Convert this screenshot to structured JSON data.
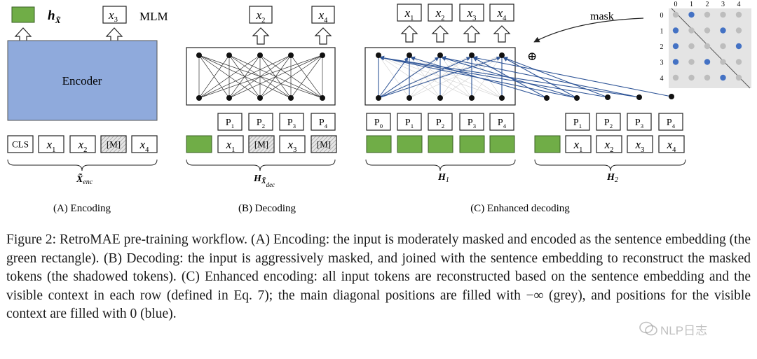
{
  "colors": {
    "encoder_fill": "#8FAADC",
    "green": "#70AD47",
    "blue_dot": "#4472C4",
    "grey_dot": "#BDBDBD",
    "matrix_bg": "#E4E4E4",
    "line_dark": "#222222",
    "line_blue": "#2F5597"
  },
  "panelA": {
    "h_label": "h",
    "h_sub": "X̃",
    "x3_label": "x",
    "x3_sub": "3",
    "mlm_label": "MLM",
    "encoder_label": "Encoder",
    "tokens": [
      {
        "text": "CLS",
        "sub": ""
      },
      {
        "text": "x",
        "sub": "1"
      },
      {
        "text": "x",
        "sub": "2"
      },
      {
        "text": "[M]",
        "sub": ""
      },
      {
        "text": "x",
        "sub": "4"
      }
    ],
    "bracket_label": "X̃",
    "bracket_sub": "enc",
    "caption": "(A) Encoding"
  },
  "panelB": {
    "outputs": [
      {
        "text": "x",
        "sub": "2"
      },
      {
        "text": "x",
        "sub": "4"
      }
    ],
    "positions": [
      {
        "text": "P",
        "sub": "1"
      },
      {
        "text": "P",
        "sub": "2"
      },
      {
        "text": "P",
        "sub": "3"
      },
      {
        "text": "P",
        "sub": "4"
      }
    ],
    "tokens": [
      {
        "text": "x",
        "sub": "1"
      },
      {
        "text": "[M]",
        "sub": ""
      },
      {
        "text": "x",
        "sub": "3"
      },
      {
        "text": "[M]",
        "sub": ""
      }
    ],
    "bracket_label": "H",
    "bracket_sub": "X̃",
    "bracket_subsub": "dec",
    "caption": "(B) Decoding"
  },
  "panelC": {
    "outputs": [
      {
        "text": "x",
        "sub": "1"
      },
      {
        "text": "x",
        "sub": "2"
      },
      {
        "text": "x",
        "sub": "3"
      },
      {
        "text": "x",
        "sub": "4"
      }
    ],
    "h1_positions": [
      {
        "text": "P",
        "sub": "0"
      },
      {
        "text": "P",
        "sub": "1"
      },
      {
        "text": "P",
        "sub": "2"
      },
      {
        "text": "P",
        "sub": "3"
      },
      {
        "text": "P",
        "sub": "4"
      }
    ],
    "h2_positions": [
      {
        "text": "P",
        "sub": "1"
      },
      {
        "text": "P",
        "sub": "2"
      },
      {
        "text": "P",
        "sub": "3"
      },
      {
        "text": "P",
        "sub": "4"
      }
    ],
    "h2_tokens": [
      {
        "text": "x",
        "sub": "1"
      },
      {
        "text": "x",
        "sub": "2"
      },
      {
        "text": "x",
        "sub": "3"
      },
      {
        "text": "x",
        "sub": "4"
      }
    ],
    "oplus": "⊕",
    "h1_label": "H",
    "h1_sub": "1",
    "h2_label": "H",
    "h2_sub": "2",
    "mask_label": "mask",
    "matrix_col_labels": [
      "0",
      "1",
      "2",
      "3",
      "4"
    ],
    "matrix_row_labels": [
      "0",
      "1",
      "2",
      "3",
      "4"
    ],
    "matrix_cells": [
      [
        "grey",
        "blue",
        "grey",
        "grey",
        "grey"
      ],
      [
        "blue",
        "grey",
        "grey",
        "blue",
        "grey"
      ],
      [
        "blue",
        "grey",
        "grey",
        "grey",
        "blue"
      ],
      [
        "blue",
        "grey",
        "blue",
        "grey",
        "grey"
      ],
      [
        "grey",
        "grey",
        "grey",
        "blue",
        "grey"
      ]
    ],
    "caption": "(C) Enhanced decoding"
  },
  "caption_text": "Figure 2: RetroMAE pre-training workflow. (A) Encoding: the input is moderately masked and encoded as the sentence embedding (the green rectangle). (B) Decoding: the input is aggressively masked, and joined with the sentence embedding to reconstruct the masked tokens (the shadowed tokens). (C) Enhanced encoding: all input tokens are reconstructed based on the sentence embedding and the visible context in each row (defined in Eq. 7); the main diagonal positions are filled with −∞ (grey), and positions for the visible context are filled with 0 (blue).",
  "watermark_text": "NLP日志"
}
